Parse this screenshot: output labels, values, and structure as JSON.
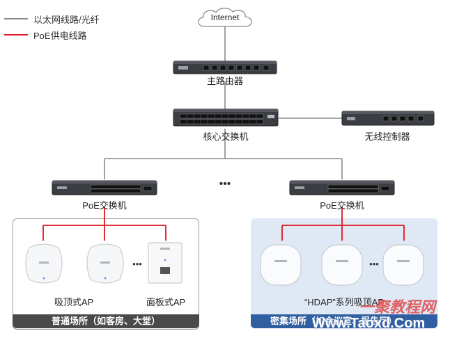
{
  "legend": {
    "ethernet_label": "以太网线路/光纤",
    "poe_label": "PoE供电线路"
  },
  "nodes": {
    "internet": "Internet",
    "main_router": "主路由器",
    "core_switch": "核心交换机",
    "wireless_controller": "无线控制器",
    "poe_switch_left": "PoE交换机",
    "poe_switch_right": "PoE交换机",
    "ellipsis_switches": "•••",
    "ellipsis_left_aps": "•••",
    "ellipsis_right_aps": "•••",
    "ceiling_ap_label": "吸顶式AP",
    "panel_ap_label": "面板式AP",
    "hdap_label": "“HDAP”系列吸顶AP"
  },
  "zones": {
    "left_zone_label": "普通场所（如客房、大堂）",
    "right_zone_label": "密集场所（如会议室、报告厅）"
  },
  "watermark": {
    "line1": "一聚教程网",
    "line2": "Www.Taoxd.Com"
  },
  "colors": {
    "ethernet": "#8a8a8a",
    "poe": "#e0141e",
    "zone_left_bar": "#4a4a4a",
    "zone_right_bar": "#2f5fa0",
    "zone_right_bg": "#dfe9f5"
  }
}
